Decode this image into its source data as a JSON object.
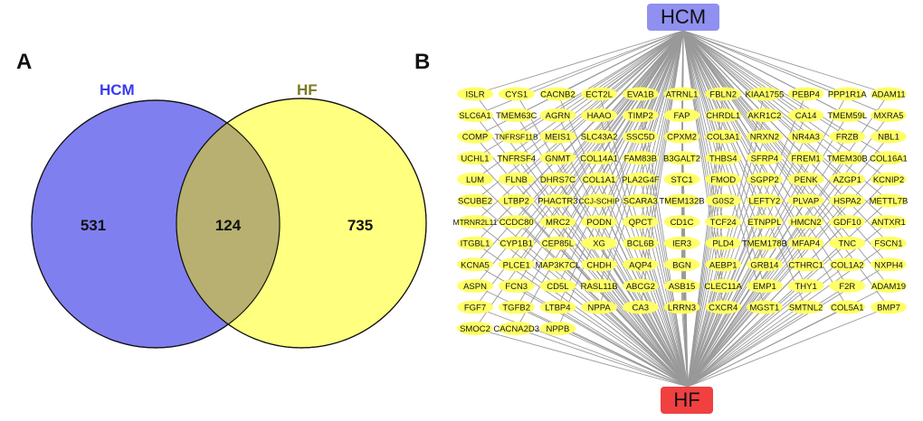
{
  "panel_a": {
    "label": "A",
    "venn": {
      "set1": {
        "name": "HCM",
        "only": "531",
        "color": "#7f7ff0",
        "label_color": "#3a3af0"
      },
      "set2": {
        "name": "HF",
        "only": "735",
        "color": "#ffff80",
        "label_color": "#7a7a20"
      },
      "overlap": "124",
      "overlap_color": "#b8b070"
    }
  },
  "panel_b": {
    "label": "B",
    "hub_top": {
      "name": "HCM",
      "color": "#9090f0"
    },
    "hub_bottom": {
      "name": "HF",
      "color": "#f04040"
    },
    "node_color": "#ffff66",
    "genes": [
      [
        "ISLR",
        "CYS1",
        "CACNB2",
        "ECT2L",
        "EVA1B",
        "ATRNL1",
        "FBLN2",
        "KIAA1755",
        "PEBP4",
        "PPP1R1A",
        "ADAM11"
      ],
      [
        "SLC6A1",
        "TMEM63C",
        "AGRN",
        "HAAO",
        "TIMP2",
        "FAP",
        "CHRDL1",
        "AKR1C2",
        "CA14",
        "TMEM59L",
        "MXRA5"
      ],
      [
        "COMP",
        "TNFRSF11B",
        "MEIS1",
        "SLC43A2",
        "SSC5D",
        "CPXM2",
        "COL3A1",
        "NRXN2",
        "NR4A3",
        "FRZB",
        "NBL1"
      ],
      [
        "UCHL1",
        "TNFRSF4",
        "GNMT",
        "COL14A1",
        "FAM83B",
        "B3GALT2",
        "THBS4",
        "SFRP4",
        "FREM1",
        "TMEM30B",
        "COL16A1"
      ],
      [
        "LUM",
        "FLNB",
        "DHRS7C",
        "COL1A1",
        "PLA2G4F",
        "STC1",
        "FMOD",
        "SGPP2",
        "PENK",
        "AZGP1",
        "KCNIP2"
      ],
      [
        "SCUBE2",
        "LTBP2",
        "PHACTR3",
        "CCJ-SCHIP",
        "SCARA3",
        "TMEM132B",
        "G0S2",
        "LEFTY2",
        "PLVAP",
        "HSPA2",
        "METTL7B"
      ],
      [
        "MTRNR2L11",
        "CCDC80",
        "MRC2",
        "PODN",
        "QPCT",
        "CD1C",
        "TCF24",
        "ETNPPL",
        "HMCN2",
        "GDF10",
        "ANTXR1"
      ],
      [
        "ITGBL1",
        "CYP1B1",
        "CEP85L",
        "XG",
        "BCL6B",
        "IER3",
        "PLD4",
        "TMEM178B",
        "MFAP4",
        "TNC",
        "FSCN1"
      ],
      [
        "KCNA5",
        "PLCE1",
        "MAP3K7CL",
        "CHDH",
        "AQP4",
        "BGN",
        "AEBP1",
        "GRB14",
        "CTHRC1",
        "COL1A2",
        "NXPH4"
      ],
      [
        "ASPN",
        "FCN3",
        "CD5L",
        "RASL11B",
        "ABCG2",
        "ASB15",
        "CLEC11A",
        "EMP1",
        "THY1",
        "F2R",
        "ADAM19"
      ],
      [
        "FGF7",
        "TGFB2",
        "LTBP4",
        "NPPA",
        "CA3",
        "LRRN3",
        "CXCR4",
        "MGST1",
        "SMTNL2",
        "COL5A1",
        "BMP7"
      ],
      [
        "SMOC2",
        "CACNA2D3",
        "NPPB"
      ]
    ]
  }
}
